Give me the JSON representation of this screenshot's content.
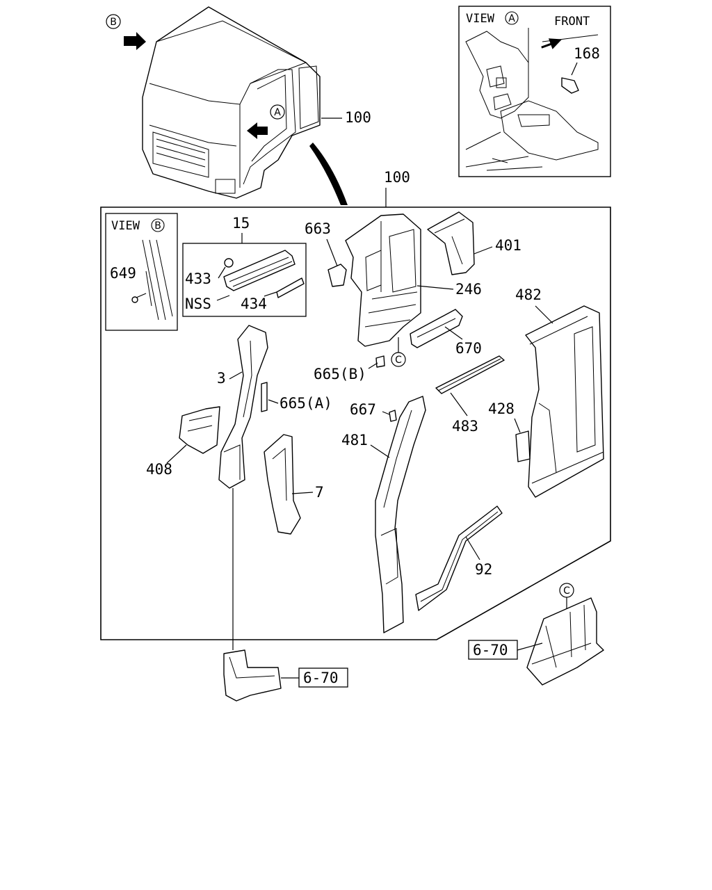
{
  "title": "",
  "callouts": {
    "p100_top": "100",
    "p100_main": "100",
    "p168": "168",
    "p15": "15",
    "p433": "433",
    "nss": "NSS",
    "p434": "434",
    "p649": "649",
    "p663": "663",
    "p401": "401",
    "p246": "246",
    "p482": "482",
    "p670": "670",
    "p665b": "665(B)",
    "p3": "3",
    "p665a": "665(A)",
    "p667": "667",
    "p483": "483",
    "p428": "428",
    "p481": "481",
    "p408": "408",
    "p7": "7",
    "p92": "92",
    "ref670_left": "6-70",
    "ref670_right": "6-70"
  },
  "views": {
    "view_a_label": "VIEW",
    "view_a_letter": "A",
    "view_b_label": "VIEW",
    "view_b_letter": "B",
    "front_label": "FRONT"
  },
  "markers": {
    "a": "A",
    "b": "B",
    "c": "C",
    "c2": "C"
  },
  "icons": [
    "front-arrow-icon",
    "view-arrow-icon"
  ]
}
